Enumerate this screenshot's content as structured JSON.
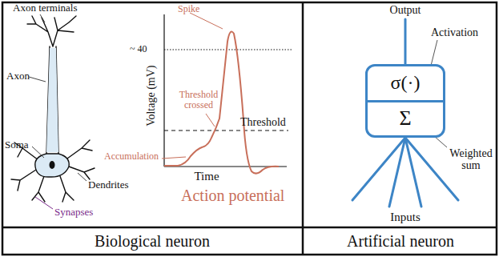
{
  "diagram": {
    "nodes": [
      {
        "text": [
          "σ(·)",
          "Σ"
        ]
      }
    ],
    "labels": [
      "Axon terminals",
      "Axon",
      "Soma",
      "Dendrites",
      "Synapses",
      "~ 40",
      "Spike",
      "Threshold crossed",
      "Threshold",
      "Accumulation",
      "Time",
      "Voltage (mV)",
      "Action potential",
      "Biological neuron",
      "Output",
      "Activation",
      "Weighted sum",
      "Inputs",
      "Artificial neuron"
    ]
  }
}
